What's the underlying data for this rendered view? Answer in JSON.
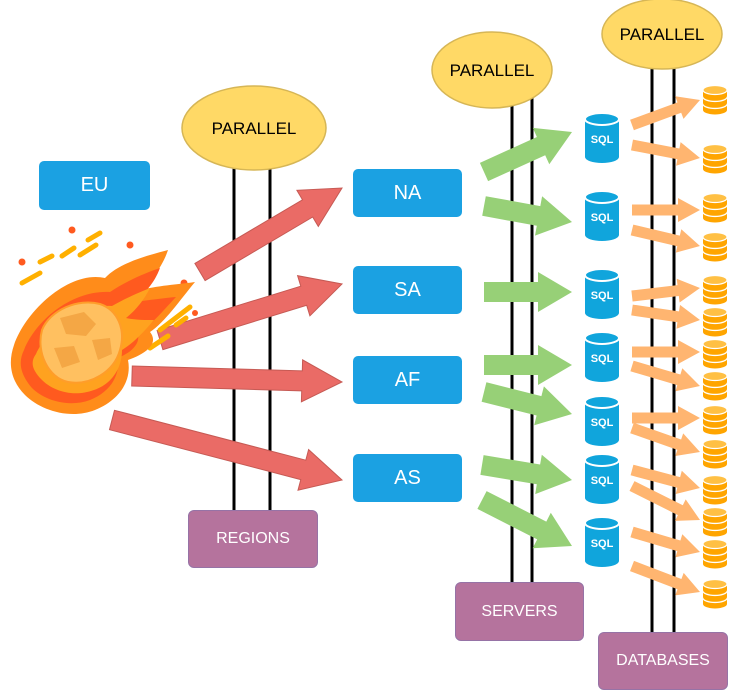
{
  "parallel_label": "PARALLEL",
  "source_label": "EU",
  "regions": [
    "NA",
    "SA",
    "AF",
    "AS"
  ],
  "tags": {
    "regions": "REGIONS",
    "servers": "SERVERS",
    "databases": "DATABASES"
  },
  "sql_label": "SQL",
  "colors": {
    "region_fill": "#1ba1e2",
    "parallel_fill": "#ffd966",
    "parallel_stroke": "#d6b656",
    "tag_fill": "#b5739d",
    "arrow_red": "#ea6b66",
    "arrow_green": "#97d077",
    "arrow_orange": "#ffb570",
    "db_orange": "#ffa500"
  },
  "icons": {
    "source": "meteor-icon",
    "server": "sql-cylinder-icon",
    "database": "database-stack-icon"
  }
}
